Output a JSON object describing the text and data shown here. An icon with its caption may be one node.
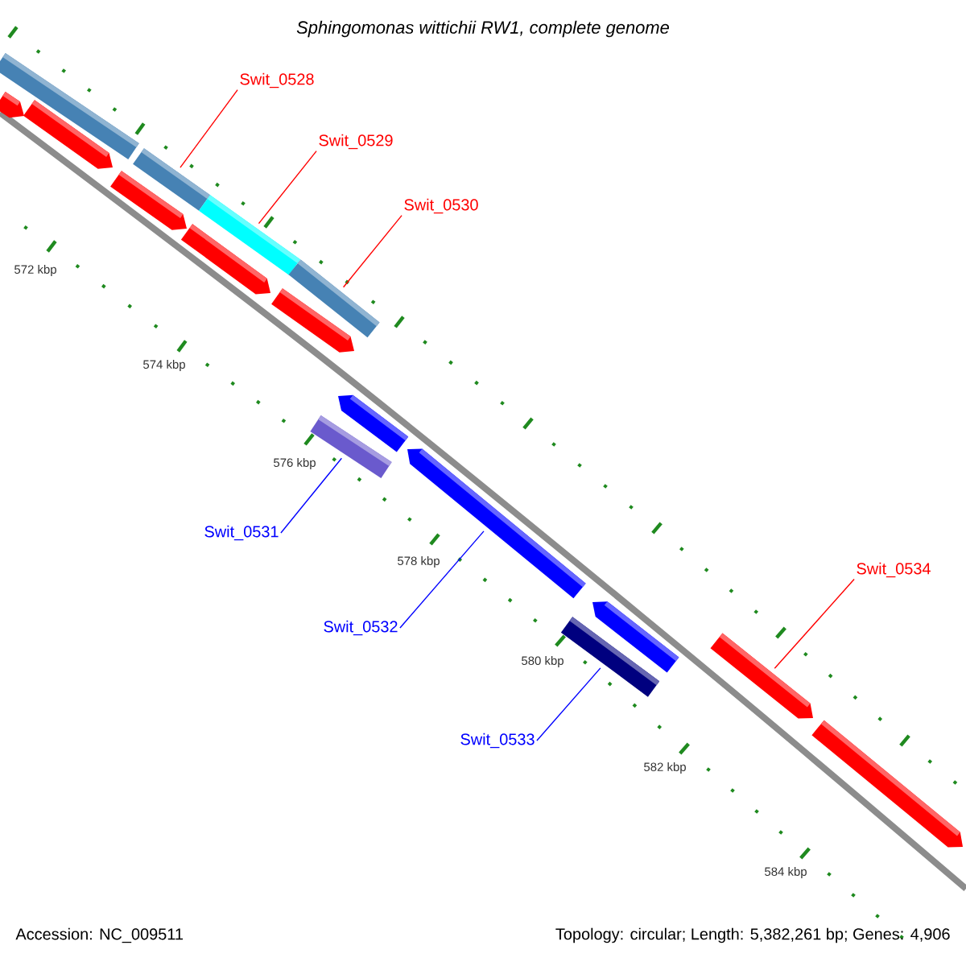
{
  "diagram": {
    "nodes": [
      {
        "text": [
          "Swit_0528"
        ]
      },
      {
        "text": [
          "Swit_0529"
        ]
      },
      {
        "text": [
          "Swit_0530"
        ]
      },
      {
        "text": [
          "Swit_0531"
        ]
      },
      {
        "text": [
          "Swit_0532"
        ]
      },
      {
        "text": [
          "Swit_0533"
        ]
      },
      {
        "text": [
          "Swit_0534"
        ]
      },
      {
        "text": [],
        "shape": "bar"
      },
      {
        "text": [],
        "shape": "bar"
      },
      {
        "text": [],
        "shape": "bar"
      },
      {
        "text": [],
        "shape": "bar"
      },
      {
        "text": [],
        "shape": "bar"
      },
      {
        "text": [],
        "shape": "bar"
      },
      {
        "text": [],
        "shape": "bar"
      }
    ],
    "edges": [
      {
        "from": 0,
        "to": 7,
        "arrow": "none"
      },
      {
        "from": 1,
        "to": 8,
        "arrow": "none"
      },
      {
        "from": 2,
        "to": 9,
        "arrow": "none"
      },
      {
        "from": 3,
        "to": 10,
        "arrow": "none",
        "color": "#0000ff"
      },
      {
        "from": 4,
        "to": 11,
        "arrow": "none",
        "color": "#0000ff"
      },
      {
        "from": 5,
        "to": 12,
        "arrow": "none",
        "color": "#0000ff"
      },
      {
        "from": 6,
        "to": 13,
        "arrow": "none"
      }
    ],
    "labels": [
      "Sphingomonas wittichii RW1, complete genome",
      "572 kbp",
      "574 kbp",
      "576 kbp",
      "578 kbp",
      "580 kbp",
      "582 kbp",
      "584 kbp",
      "Accession: NC_009511",
      "Topology: circular; Length: 5,382,261 bp; Genes: 4,906"
    ]
  }
}
